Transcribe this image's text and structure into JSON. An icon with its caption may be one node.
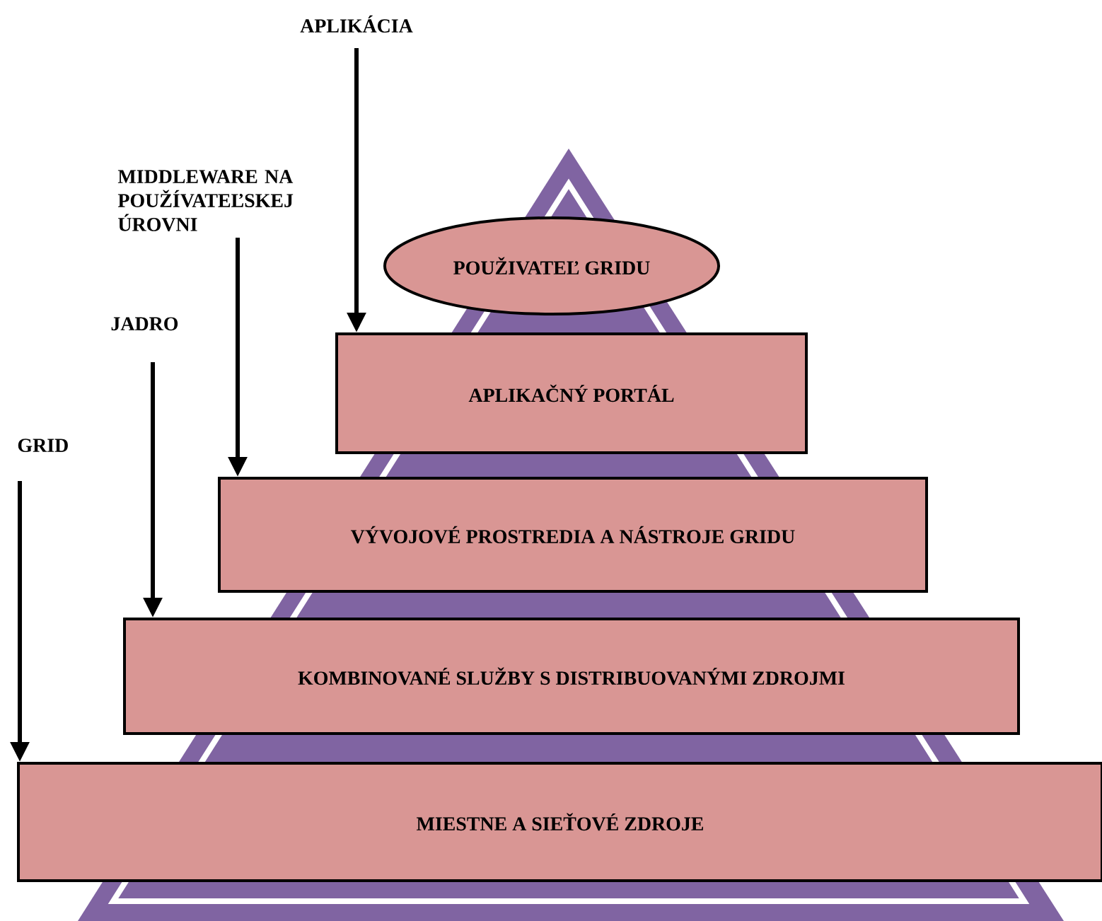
{
  "diagram": {
    "nodes": [
      {
        "text": [
          "APLIKÁCIA"
        ]
      },
      {
        "text": [
          "MIDDLEWARE NA POUŽÍVATEĽSKEJ ÚROVNI"
        ]
      },
      {
        "text": [
          "JADRO"
        ]
      },
      {
        "text": [
          "GRID"
        ]
      },
      {
        "text": [
          "POUŽIVATEĽ GRIDU"
        ]
      },
      {
        "text": [
          "APLIKAČNÝ PORTÁL"
        ]
      },
      {
        "text": [
          "VÝVOJOVÉ PROSTREDIA A NÁSTROJE GRIDU"
        ]
      },
      {
        "text": [
          "KOMBINOVANÉ SLUŽBY S DISTRIBUOVANÝMI ZDROJMI"
        ]
      },
      {
        "text": [
          "MIESTNE A SIEŤOVÉ ZDROJE"
        ]
      }
    ],
    "edges": [
      {
        "from": 0,
        "to": 5,
        "arrow": "to"
      },
      {
        "from": 1,
        "to": 6,
        "arrow": "to"
      },
      {
        "from": 2,
        "to": 7,
        "arrow": "to"
      },
      {
        "from": 3,
        "to": 8,
        "arrow": "to"
      }
    ]
  }
}
